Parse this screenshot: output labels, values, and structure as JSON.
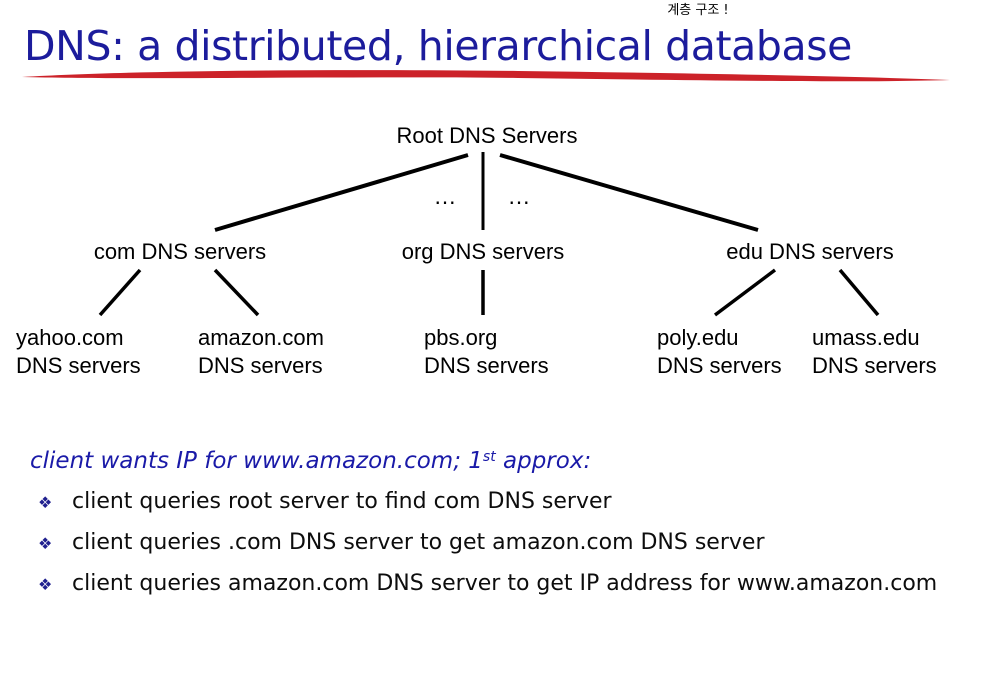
{
  "header": {
    "annotation": "계층 구조 !",
    "title": "DNS: a distributed, hierarchical database",
    "title_color": "#1c1c9c",
    "underline_color": "#cc2229"
  },
  "tree": {
    "root": "Root DNS Servers",
    "ellipsis_left": "…",
    "ellipsis_right": "…",
    "tld": {
      "com": "com DNS servers",
      "org": "org DNS servers",
      "edu": "edu DNS servers"
    },
    "leaves": {
      "yahoo": "yahoo.com\nDNS servers",
      "amazon": "amazon.com\nDNS servers",
      "pbs": "pbs.org\nDNS servers",
      "poly": "poly.edu\nDNS servers",
      "umass": "umass.edu\nDNS servers"
    },
    "edge_color": "#000000"
  },
  "body": {
    "lead_prefix": "client wants IP for www.amazon.com; 1",
    "lead_superscript": "st",
    "lead_suffix": " approx:",
    "lead_color": "#1a1aa8",
    "bullet_glyph": "❖",
    "bullets": [
      "client queries root server to find com DNS server",
      "client queries .com DNS server to get amazon.com DNS server",
      "client queries amazon.com DNS server to get  IP address for www.amazon.com"
    ]
  }
}
